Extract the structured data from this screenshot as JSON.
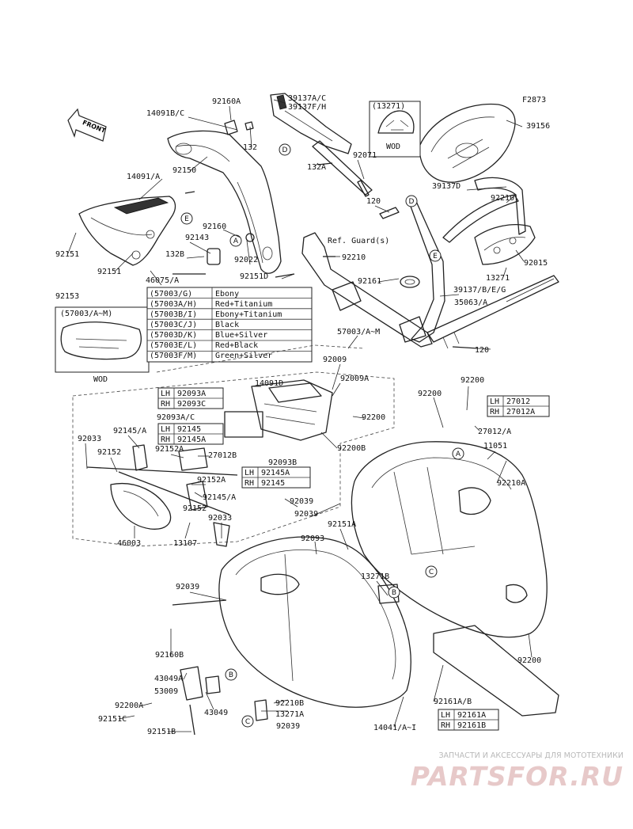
{
  "figure_code": "F2873",
  "front_label": "FRONT",
  "ref_note": "Ref. Guard(s)",
  "variant_labels": [
    "(13271)",
    "WOD",
    "(57003/A~M)",
    "WOD"
  ],
  "part_labels": {
    "p14091BC": "14091B/C",
    "p92160A": "92160A",
    "p39137AC": "39137A/C",
    "p39137FH": "39137F/H",
    "p39156": "39156",
    "p132": "132",
    "p92150": "92150",
    "p92071": "92071",
    "p14091A": "14091/A",
    "p132A": "132A",
    "p39137D": "39137D",
    "p120a": "120",
    "p92210a": "92210",
    "p92160": "92160",
    "p92143": "92143",
    "p92151a": "92151",
    "p132B": "132B",
    "p92022": "92022",
    "p92210b": "92210",
    "p92015": "92015",
    "p92151b": "92151",
    "p46075A": "46075/A",
    "p92151D": "92151D",
    "p92161": "92161",
    "p13271": "13271",
    "p39137BEG": "39137/B/E/G",
    "p92153": "92153",
    "p35063A": "35063/A",
    "p120b": "120",
    "p57003AM": "57003/A~M",
    "p92009": "92009",
    "p14091D": "14091D",
    "p92009A": "92009A",
    "p92200a": "92200",
    "p92200top": "92200",
    "p92200b": "92200",
    "p92093AC": "92093A/C",
    "p92200B": "92200B",
    "p27012A": "27012/A",
    "p11051": "11051",
    "p92033a": "92033",
    "p92145Aa": "92145/A",
    "p92152a": "92152",
    "p92152A": "92152A",
    "p27012B": "27012B",
    "p92093B": "92093B",
    "p92210A": "92210A",
    "p92152Ab": "92152A",
    "p92145Ab": "92145/A",
    "p92152b": "92152",
    "p92039a": "92039",
    "p92039b": "92039",
    "p92151A": "92151A",
    "p92033b": "92033",
    "p46003": "46003",
    "p13107": "13107",
    "p92093": "92093",
    "p92039c": "92039",
    "p13271B": "13271B",
    "p92160B": "92160B",
    "p92200c": "92200",
    "p43049A": "43049A",
    "p53009": "53009",
    "p92200A": "92200A",
    "p92151C": "92151C",
    "p43049": "43049",
    "p92210B": "92210B",
    "p13271A": "13271A",
    "p92039d": "92039",
    "p92151B": "92151B",
    "p14041AI": "14041/A~I",
    "p92161AB": "92161A/B"
  },
  "circle_labels": [
    "D",
    "E",
    "A",
    "D",
    "E",
    "A",
    "C",
    "B",
    "B",
    "C"
  ],
  "color_table": [
    {
      "code": "(57003/G)",
      "color": "Ebony"
    },
    {
      "code": "(57003A/H)",
      "color": "Red+Titanium"
    },
    {
      "code": "(57003B/I)",
      "color": "Ebony+Titanium"
    },
    {
      "code": "(57003C/J)",
      "color": "Black"
    },
    {
      "code": "(57003D/K)",
      "color": "Blue+Silver"
    },
    {
      "code": "(57003E/L)",
      "color": "Red+Black"
    },
    {
      "code": "(57003F/M)",
      "color": "Green+Silver"
    }
  ],
  "lr_tables": {
    "t92093": [
      [
        "LH",
        "92093A"
      ],
      [
        "RH",
        "92093C"
      ]
    ],
    "t92145": [
      [
        "LH",
        "92145"
      ],
      [
        "RH",
        "92145A"
      ]
    ],
    "t92093B": [
      [
        "LH",
        "92145A"
      ],
      [
        "RH",
        "92145"
      ]
    ],
    "t27012": [
      [
        "LH",
        "27012"
      ],
      [
        "RH",
        "27012A"
      ]
    ],
    "t92161": [
      [
        "LH",
        "92161A"
      ],
      [
        "RH",
        "92161B"
      ]
    ]
  },
  "watermark": {
    "caption": "ЗАПЧАСТИ И АКСЕССУАРЫ ДЛЯ МОТОТЕХНИКИ",
    "logo": "PARTSFOR.RU"
  },
  "colors": {
    "line": "#222222",
    "watermark_logo": "#e7c9c9",
    "watermark_text": "#b9b9b9"
  }
}
